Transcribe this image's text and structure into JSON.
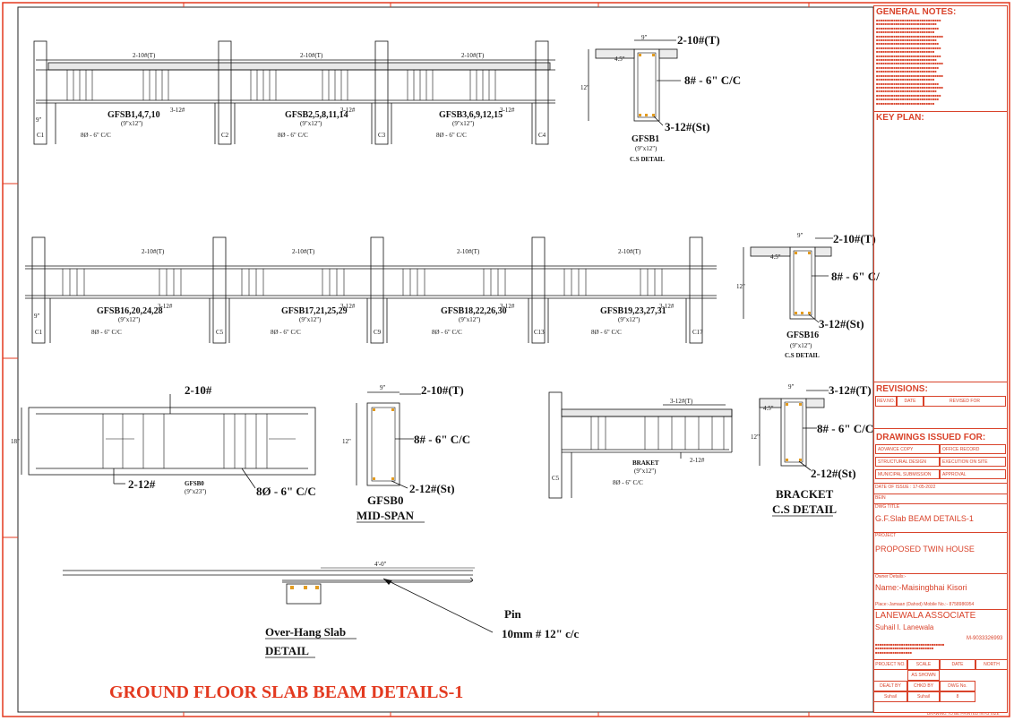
{
  "frame_color": "#e3391f",
  "drawing_title": "GROUND FLOOR SLAB BEAM  DETAILS-1",
  "beam_row1": {
    "top_bars": [
      "2-10#(T)",
      "2-10#(T)",
      "2-10#(T)"
    ],
    "bottom_bars": [
      "3-12#",
      "3-12#",
      "3-12#"
    ],
    "beam_labels": [
      "GFSB1,4,7,10",
      "GFSB2,5,8,11,14",
      "GFSB3,6,9,12,15"
    ],
    "beam_sizes": [
      "(9\"x12\")",
      "(9\"x12\")",
      "(9\"x12\")"
    ],
    "stirrups": [
      "8Ø - 6\" C/C",
      "8Ø - 6\" C/C",
      "8Ø - 6\" C/C"
    ],
    "columns": [
      "C1",
      "C2",
      "C3",
      "C4"
    ],
    "width_dim": "9\""
  },
  "beam_row2": {
    "top_bars": [
      "2-10#(T)",
      "2-10#(T)",
      "2-10#(T)",
      "2-10#(T)"
    ],
    "bottom_bars": [
      "3-12#",
      "3-12#",
      "3-12#",
      "3-12#"
    ],
    "beam_labels": [
      "GFSB16,20,24,28",
      "GFSB17,21,25,29",
      "GFSB18,22,26,30",
      "GFSB19,23,27,31"
    ],
    "beam_sizes": [
      "(9\"x12\")",
      "(9\"x12\")",
      "(9\"x12\")",
      "(9\"x12\")"
    ],
    "stirrups": [
      "8Ø - 6\" C/C",
      "8Ø - 6\" C/C",
      "8Ø - 6\" C/C",
      "8Ø - 6\" C/C"
    ],
    "columns": [
      "C1",
      "C5",
      "C9",
      "C13",
      "C17"
    ],
    "width_dim": "9\""
  },
  "section_gfsb1": {
    "width": "9\"",
    "depth": "12\"",
    "cover": "4.5\"",
    "top": "2-10#(T)",
    "stirrup": "8# - 6\" C/C",
    "bottom": "3-12#(St)",
    "name": "GFSB1",
    "size": "(9\"x12\")",
    "caption": "C.S DETAIL"
  },
  "section_gfsb16": {
    "width": "9\"",
    "depth": "12\"",
    "cover": "4.5\"",
    "top": "2-10#(T)",
    "stirrup": "8# - 6\" C/",
    "bottom": "3-12#(St)",
    "name": "GFSB16",
    "size": "(9\"x12\")",
    "caption": "C.S DETAIL"
  },
  "gfsb0_elevation": {
    "top": "2-10#",
    "bottom": "2-12#",
    "depth": "18\"",
    "name": "GFSB0",
    "size": "(9\"x23\")",
    "stirrup": "8Ø - 6\" C/C"
  },
  "gfsb0_section": {
    "width": "9\"",
    "depth": "12\"",
    "top": "2-10#(T)",
    "stirrup": "8# - 6\" C/C",
    "bottom": "2-12#(St)",
    "name": "GFSB0",
    "caption": "MID-SPAN"
  },
  "bracket_elevation": {
    "top": "3-12#(T)",
    "bottom": "2-12#",
    "name": "BRAKET",
    "size": "(9\"x12\")",
    "stirrup": "8Ø - 6\" C/C",
    "column": "C5"
  },
  "bracket_section": {
    "width": "9\"",
    "depth": "12\"",
    "cover": "4.5\"",
    "top": "3-12#(T)",
    "stirrup": "8# - 6\" C/C",
    "bottom": "2-12#(St)",
    "title": "BRACKET",
    "caption": "C.S DETAIL"
  },
  "overhang": {
    "length": "4'-0\"",
    "title": "Over-Hang Slab",
    "caption": "DETAIL",
    "pin_label": "Pin",
    "pin_spec": "10mm # 12\" c/c"
  },
  "title_block": {
    "general_notes_title": "GENERAL NOTES:",
    "key_plan_title": "KEY PLAN:",
    "revisions_title": "REVISIONS:",
    "rev_headers": [
      "REV.NO.",
      "DATE",
      "REVISED FOR"
    ],
    "issued_title": "DRAWINGS ISSUED FOR:",
    "issued_options": [
      "ADVANCE COPY",
      "OFFICE RECORD",
      "STRUCTURAL DESIGN",
      "EXECUTION ON SITE",
      "MUNICIPAL SUBMISSION",
      "APPROVAL"
    ],
    "date_of_issue": "DATE OF ISSUE :  17-05-2022",
    "bein": "BEIN",
    "dwg_title_label": "DWG TITLE",
    "dwg_title": "G.F.Slab BEAM DETAILS-1",
    "project_label": "PROJECT",
    "project": "PROPOSED TWIN HOUSE",
    "owner_label": "Owner Details:-",
    "owner_name": "Name:-Maisingbhai Kisori",
    "owner_place": "Place:-Jamaan (Dahod)  Mobile No.:- 8758986954",
    "firm": "LANEWALA ASSOCIATE",
    "engineer": "Suhail I. Lanewala",
    "engineer_mobile": "M-9033326993",
    "table_row1": [
      "PROJECT NO.",
      "SCALE",
      "DATE",
      "NORTH"
    ],
    "scale": "AS SHOWN",
    "table_row2": [
      "DEALT BY",
      "CHKD BY",
      "DWG No."
    ],
    "table_row3": [
      "Suhail",
      "Suhail",
      "8"
    ],
    "footer_note": "DRAWING TO BE PRINTED IN A3 SIZE"
  }
}
